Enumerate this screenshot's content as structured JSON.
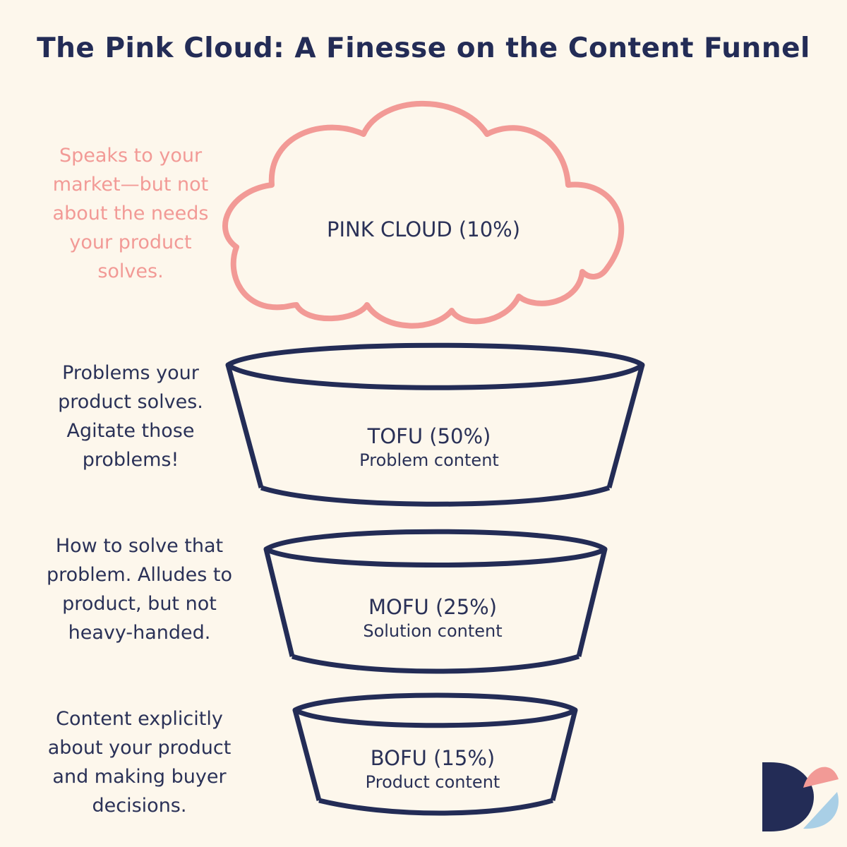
{
  "title": "The Pink Cloud: A Finesse on the Content Funnel",
  "colors": {
    "background": "#fdf7ec",
    "navy": "#232c56",
    "pink": "#f29a96",
    "light_blue": "#a9cfe6"
  },
  "stages": {
    "cloud": {
      "label": "PINK CLOUD (10%)",
      "description": "Speaks to your market—but not about the needs your product solves."
    },
    "tofu": {
      "label": "TOFU (50%)",
      "sublabel": "Problem content",
      "description": "Problems your product solves. Agitate those problems!"
    },
    "mofu": {
      "label": "MOFU (25%)",
      "sublabel": "Solution content",
      "description": "How to solve that problem. Alludes to product, but not heavy-handed."
    },
    "bofu": {
      "label": "BOFU (15%)",
      "sublabel": "Product content",
      "description": "Content explicitly about your product and making buyer decisions."
    }
  },
  "logo_icon": "ds-monogram-icon"
}
